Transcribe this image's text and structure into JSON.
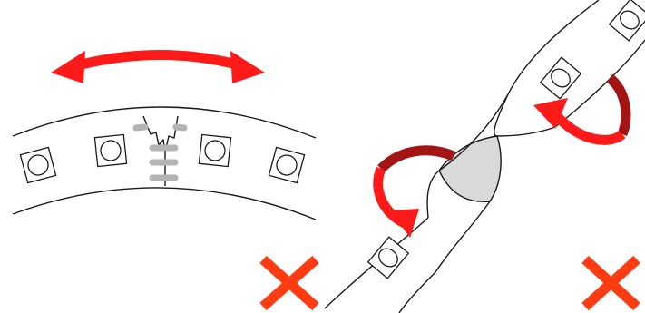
{
  "figure": {
    "panels": [
      {
        "id": "bend",
        "description_icons": [
          "double-headed-arrow-icon",
          "crack-icon",
          "led-chip-icon",
          "cross-icon"
        ],
        "verdict": "incorrect"
      },
      {
        "id": "twist",
        "description_icons": [
          "twist-arrow-icon",
          "led-chip-icon",
          "cross-icon"
        ],
        "verdict": "incorrect"
      }
    ],
    "colors": {
      "arrow_red": "#ff1a1a",
      "arrow_dark_red": "#a31414",
      "cross_red": "#ff3b12",
      "solder_gray": "#b3b3b3",
      "twist_fill": "#d9d9d9",
      "stroke": "#1a1a1a"
    }
  }
}
